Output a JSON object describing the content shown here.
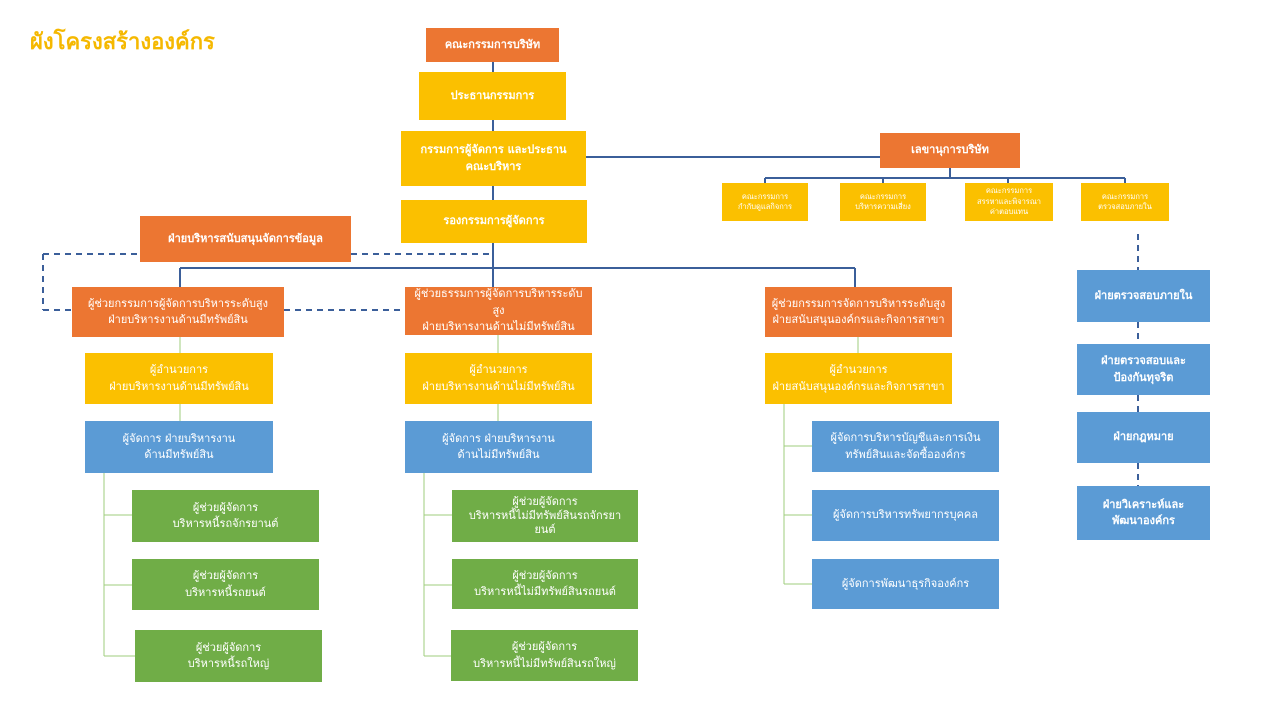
{
  "page": {
    "title": "ผังโครงสร้างองค์กร"
  },
  "top": {
    "board": "คณะกรรมการบริษัท",
    "chairman": "ประธานกรรมการ",
    "md": "กรรมการผู้จัดการ และประธาน\nคณะบริหาร",
    "deputy_md": "รองกรรมการผู้จัดการ",
    "secretary": "เลขานุการบริษัท",
    "data_support": "ฝ่ายบริหารสนับสนุนจัดการข้อมูล"
  },
  "committees": [
    "คณะกรรมการ\nกำกับดูแลกิจการ",
    "คณะกรรมการ\nบริหารความเสี่ยง",
    "คณะกรรมการ\nสรรหาและพิจารณา\nค่าตอบแทน",
    "คณะกรรมการ\nตรวจสอบภายใน"
  ],
  "columns": [
    {
      "head": "ผู้ช่วยกรรมการผู้จัดการบริหารระดับสูง\nฝ่ายบริหารงานด้านมีทรัพย์สิน",
      "director": "ผู้อำนวยการ\nฝ่ายบริหารงานด้านมีทรัพย์สิน",
      "manager": "ผู้จัดการ ฝ่ายบริหารงาน\nด้านมีทรัพย์สิน",
      "subs": [
        "ผู้ช่วยผู้จัดการ\nบริหารหนี้รถจักรยานต์",
        "ผู้ช่วยผู้จัดการ\nบริหารหนี้รถยนต์",
        "ผู้ช่วยผู้จัดการ\nบริหารหนี้รถใหญ่"
      ]
    },
    {
      "head": "ผู้ช่วยธรรมการผู้จัดการบริหารระดับสูง\nฝ่ายบริหารงานด้านไม่มีทรัพย์สิน",
      "director": "ผู้อำนวยการ\nฝ่ายบริหารงานด้านไม่มีทรัพย์สิน",
      "manager": "ผู้จัดการ ฝ่ายบริหารงาน\nด้านไม่มีทรัพย์สิน",
      "subs": [
        "ผู้ช่วยผู้จัดการ\nบริหารหนี้ไม่มีทรัพย์สินรถจักรยา\nยนต์",
        "ผู้ช่วยผู้จัดการ\nบริหารหนี้ไม่มีทรัพย์สินรถยนต์",
        "ผู้ช่วยผู้จัดการ\nบริหารหนี้ไม่มีทรัพย์สินรถใหญ่"
      ]
    },
    {
      "head": "ผู้ช่วยกรรมการจัดการบริหารระดับสูง\nฝ่ายสนับสนุนองค์กรและกิจการสาขา",
      "director": "ผู้อำนวยการ\nฝ่ายสนับสนุนองค์กรและกิจการสาขา",
      "subs": [
        "ผู้จัดการบริหารบัญชีและการเงิน\nทรัพย์สินและจัดซื้อองค์กร",
        "ผู้จัดการบริหารทรัพยากรบุคคล",
        "ผู้จัดการพัฒนาธุรกิจองค์กร"
      ]
    }
  ],
  "audit_column": [
    "ฝ่ายตรวจสอบภายใน",
    "ฝ่ายตรวจสอบและ\nป้องกันทุจริต",
    "ฝ่ายกฎหมาย",
    "ฝ่ายวิเคราะห์และ\nพัฒนาองค์กร"
  ],
  "colors": {
    "orange": "#ec7632",
    "yellow": "#fbc000",
    "blue": "#5b9bd5",
    "green": "#70ad47",
    "title": "#f5b800",
    "connector": "#3b5f9a"
  }
}
